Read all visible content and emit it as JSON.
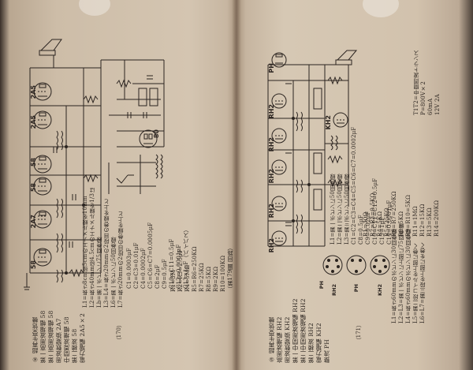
{
  "left_page": {
    "page_number": "（170）",
    "tube_labels": [
      "2A5",
      "2A5",
      "58",
      "58",
      "2A7",
      "58",
      "80"
    ],
    "parts_list": [
      "L1=長さ8cm径5cmのエナメル線を10mm",
      "L2=長さ40mm径4.5cmのエナメル線を1/3は",
      "Lb=第一ボビンに75回巻線",
      "L3=L4=長さ20mmの2段目の巻線を上と",
      "L6=第一ボビンに50回巻線",
      "L7=長さ20mmの2段目の巻線を上と",
      "C1=0.0003μF",
      "C2=C3=0.01μF",
      "C4=0.0002μF",
      "C5=C6=C7=0.0005μF",
      "C8=2μF",
      "C9=0.5μF",
      "C10=C11=0.5μF",
      "C12=0.0001μF",
      "C13=1μF（バイパス）"
    ],
    "resistor_list": [
      "R1=3M",
      "R2=R3=2.5μF",
      "R4=5MΩ",
      "R5=R6=250KΩ",
      "R7=25KΩ",
      "R8=5KΩ",
      "R9=2KΩ",
      "R10=100KΩ"
    ],
    "fig_caption": "（第179圖 回路）",
    "heading_lines": [
      "④ 超再生受信機",
      "第一高周波増幅 58",
      "第二高周波増幅 58",
      "周波数變換 2A7",
      "中間周波増幅 58",
      "第二検波 58",
      "電力増幅 2A5×2"
    ]
  },
  "right_page": {
    "page_number": "（171）",
    "tube_labels": [
      "PH",
      "RH2",
      "RH2",
      "RH2",
      "RH2",
      "RH2",
      "KH2",
      "PH",
      "RH2",
      "PH",
      "KH2"
    ],
    "parts_list": [
      "L1=第一ボビンに50回巻線",
      "L2=第二ボビンに50回巻線",
      "L3=第三ボビンに50回巻線",
      "C1=C2=C3=C4=C5=C6=C7=0.0002μF",
      "C8=0.5μF",
      "C9=0.02μF",
      "C10=C11=C12=0.5μF",
      "C13=1μF",
      "C14=0.0001μF"
    ],
    "resistor_list": [
      "R1=30Ω",
      "R2=R3=0.5KΩ",
      "R4=5KΩ",
      "R5=25KΩ",
      "R6=R7=250KΩ",
      "R8=5KΩ",
      "R9=R10=5KΩ",
      "R11=1MΩ",
      "R12=15KΩ",
      "R13=5KΩ",
      "R14=200KΩ"
    ],
    "trans_notes": [
      "T1T2=中間周波トランス",
      "P=800V×2",
      "60mA",
      "12V 2A"
    ],
    "coil_notes": [
      "L1=長さ60mmのボビンに30回巻線",
      "L2=L3=第一ボビンに上部に75回巻線",
      "L4=長さ60mmのボビンに30回巻線",
      "L5=第二段コイルを上部に巻く",
      "L6=L7=第三段を上部にを巻く"
    ],
    "heading_lines": [
      "⑤ 超再生受信機",
      "高周波増幅 RH2",
      "周波数變換 KH2",
      "第一中間周波増幅 RH2",
      "第二中間周波増幅 RH2",
      "第二検波 RH2",
      "電力増幅 KH2",
      "整流 PH"
    ]
  }
}
